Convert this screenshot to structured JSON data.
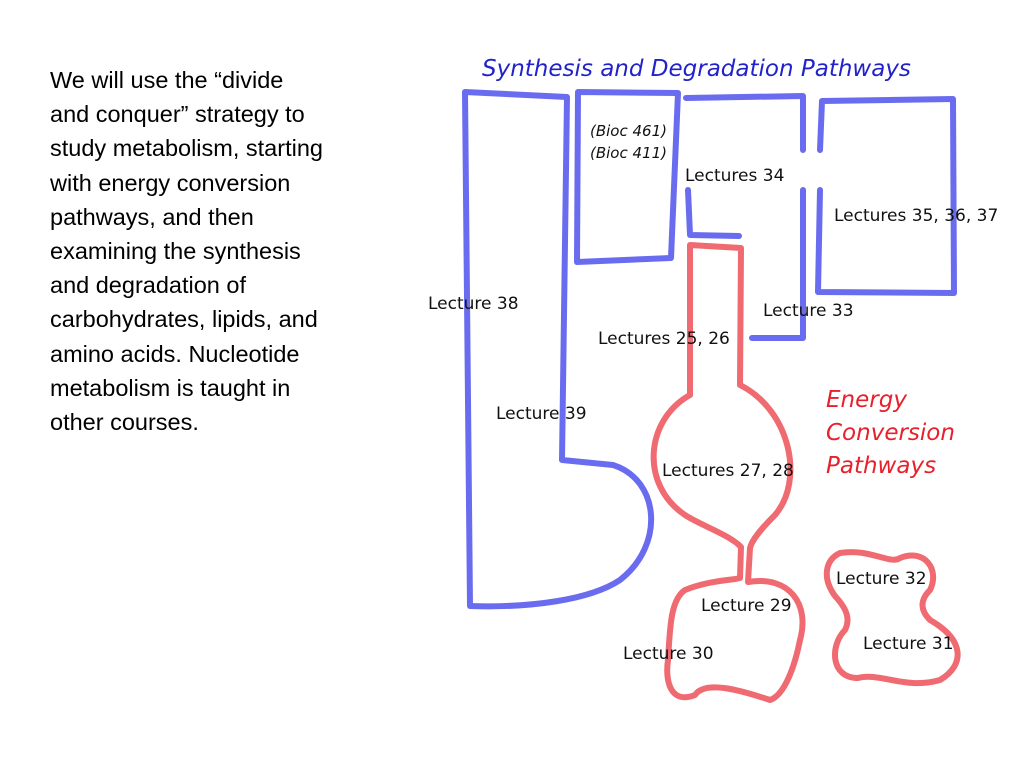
{
  "intro_lines": [
    "We will use the “divide",
    "and conquer” strategy to",
    "study metabolism, starting",
    "with energy conversion",
    "pathways, and then",
    "examining the synthesis",
    "and degradation of",
    "carbohydrates, lipids, and",
    "amino acids.  Nucleotide",
    "metabolism is taught in",
    "other courses."
  ],
  "diagram": {
    "title_synthesis": "Synthesis and Degradation Pathways",
    "title_energy": [
      "Energy",
      "Conversion",
      "Pathways"
    ],
    "labels": {
      "bioc461": "(Bioc 461)",
      "bioc411": "(Bioc 411)",
      "l34": "Lectures 34",
      "l35_37": "Lectures 35, 36, 37",
      "l38": "Lecture 38",
      "l33": "Lecture 33",
      "l25_26": "Lectures 25, 26",
      "l39": "Lecture 39",
      "l27_28": "Lectures 27, 28",
      "l32": "Lecture 32",
      "l29": "Lecture 29",
      "l31": "Lecture 31",
      "l30": "Lecture 30"
    }
  },
  "colors": {
    "blue_pathway": "#6a6cf0",
    "red_pathway": "#f06a72",
    "title_blue": "#2222cc",
    "title_red": "#e8202c"
  }
}
